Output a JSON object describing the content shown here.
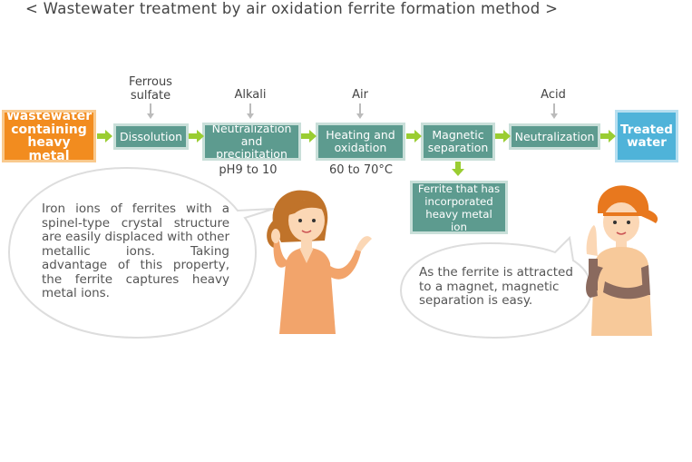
{
  "title": "< Wastewater treatment by air oxidation ferrite formation method >",
  "process": {
    "input": "Wastewater containing heavy metal",
    "steps": [
      "Dissolution",
      "Neutralization and precipitation",
      "Heating and oxidation",
      "Magnetic separation",
      "Neutralization"
    ],
    "output": "Treated water",
    "additions": [
      "Ferrous sulfate",
      "Alkali",
      "Air",
      "Acid"
    ],
    "conditions": [
      "pH9 to 10",
      "60 to 70°C"
    ],
    "byproduct": "Ferrite that has incorporated heavy metal ion"
  },
  "speech": {
    "left": "Iron ions of ferrites with a spinel-type crystal structure are easily displaced with other metallic ions. Taking advantage of this property, the ferrite captures heavy metal ions.",
    "right": "As the ferrite is attracted to a magnet, magnetic separation is easy."
  },
  "colors": {
    "input": "#f28c1f",
    "step": "#5d9b8f",
    "output": "#4fb3d9",
    "flow_arrow": "#9acd32",
    "addition_arrow": "#bbbbbb"
  }
}
